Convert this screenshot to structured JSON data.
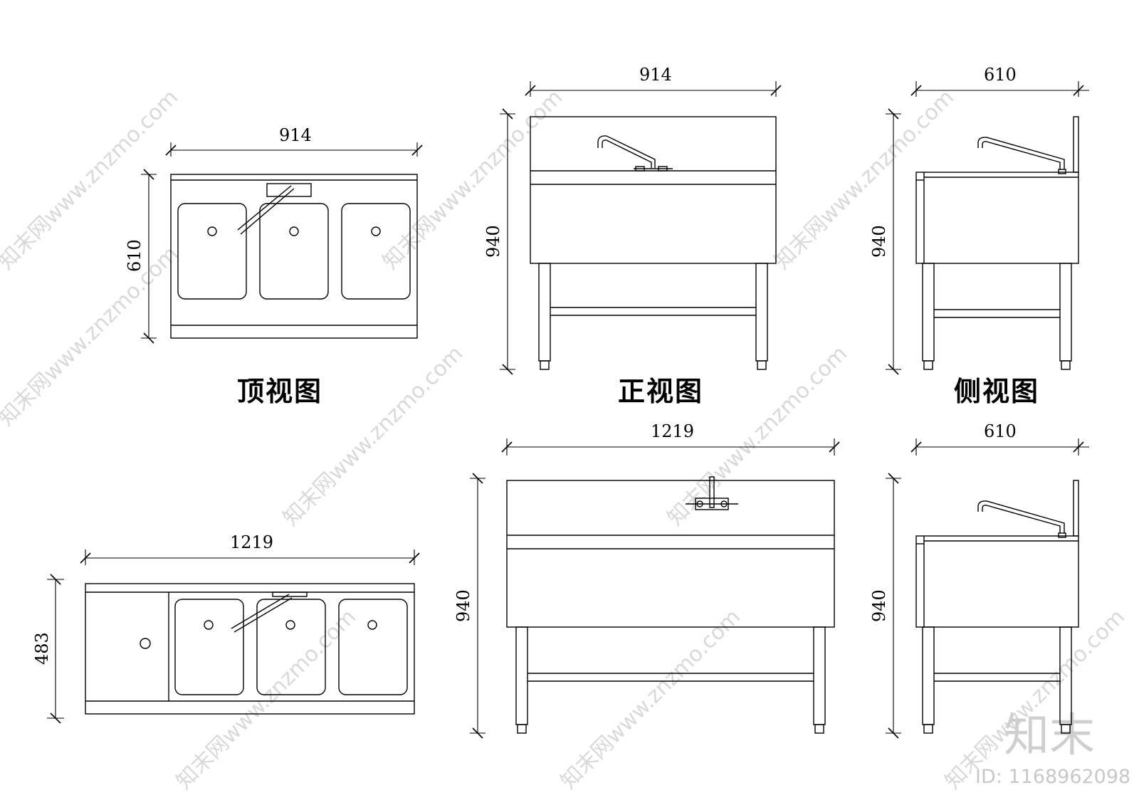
{
  "views": {
    "top_view_title": "顶视图",
    "front_view_title": "正视图",
    "side_view_title": "侧视图"
  },
  "dimensions": {
    "top_small_width": "914",
    "top_small_depth": "610",
    "front_small_width": "914",
    "front_small_height": "940",
    "side_small_depth": "610",
    "side_small_height": "940",
    "top_large_width": "1219",
    "top_large_depth": "483",
    "front_large_width": "1219",
    "front_large_height": "940",
    "side_large_depth": "610",
    "side_large_height": "940"
  },
  "watermark": {
    "site_text": "知末网www.znzmo.com",
    "brand": "知末",
    "id_label": "ID: 1168962098"
  }
}
